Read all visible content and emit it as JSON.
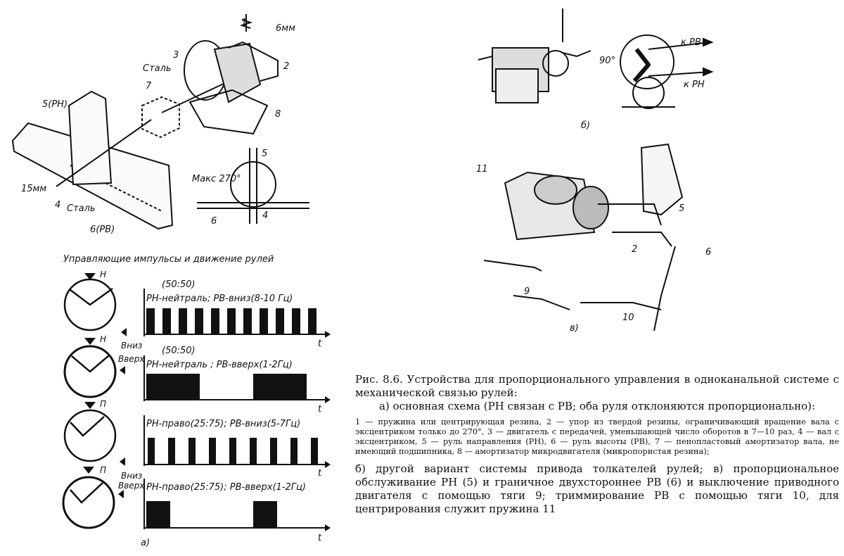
{
  "figure": {
    "panel_a": {
      "labels": {
        "n1": "1",
        "n2": "2",
        "n3": "3",
        "n4": "4",
        "n5": "5",
        "n6": "6",
        "n7": "7",
        "n8": "8",
        "mm6": "6мм",
        "mm15": "15мм",
        "steel1": "Сталь",
        "steel2": "Сталь",
        "rn": "5(РН)",
        "rv": "6(РВ)",
        "max270": "Макс 270°"
      },
      "pulses_title": "Управляющие импульсы и движение рулей",
      "rows": [
        {
          "rudder": "Н",
          "elevator": "Вниз",
          "ratio": "(50:50)",
          "label": "РН-нейтраль; РВ-вниз(8-10 Гц)"
        },
        {
          "rudder": "Н",
          "elevator": "Вверх",
          "ratio": "(50:50)",
          "label": "РН-нейтраль ; РВ-вверх(1-2Гц)"
        },
        {
          "rudder": "П",
          "elevator": "Вниз",
          "ratio": "",
          "label": "РН-право(25:75); РВ-вниз(5-7Гц)"
        },
        {
          "rudder": "П",
          "elevator": "Вверх",
          "ratio": "",
          "label": "РН-право(25:75); РВ-вверх(1-2Гц)"
        }
      ],
      "t_label": "t",
      "panel_letter": "а)"
    },
    "panel_b": {
      "panel_letter": "б)",
      "k_rv": "к РВ",
      "k_rn": "к РН",
      "angle": "90°"
    },
    "panel_c": {
      "panel_letter": "в)",
      "n2": "2",
      "n5": "5",
      "n6": "6",
      "n9": "9",
      "n10": "10",
      "n11": "11"
    }
  },
  "caption": {
    "title": "Рис. 8.6. Устройства для пропорционального управления в одноканальной системе с механической связью рулей:",
    "a": "а) основная схема (РН связан с РВ; оба руля отклоняются пропорционально):",
    "legend": "1 — пружина или центрирующая резина, 2 — упор из твердой резины, ограничивающий вращение вала с эксцентриком только до 270°, 3 — двигатель с передачей, уменьшающей число оборотов в 7—10 раз, 4 — вал с эксцентриком, 5 — руль направления (РН), 6 — руль высоты (РВ), 7 — пенопластовый амортизатор вала, не имеющий подшипника, 8 — амортизатор микродвигателя (микропористая резина);",
    "bc": "б) другой вариант системы привода толкателей рулей; в) пропорциональное обслуживание РН (5) и граничное двухстороннее РВ (6) и выключение приводного двигателя с помощью тяги 9; триммирование РВ с помощью тяги 10, для центрирования служит пружина 11"
  }
}
